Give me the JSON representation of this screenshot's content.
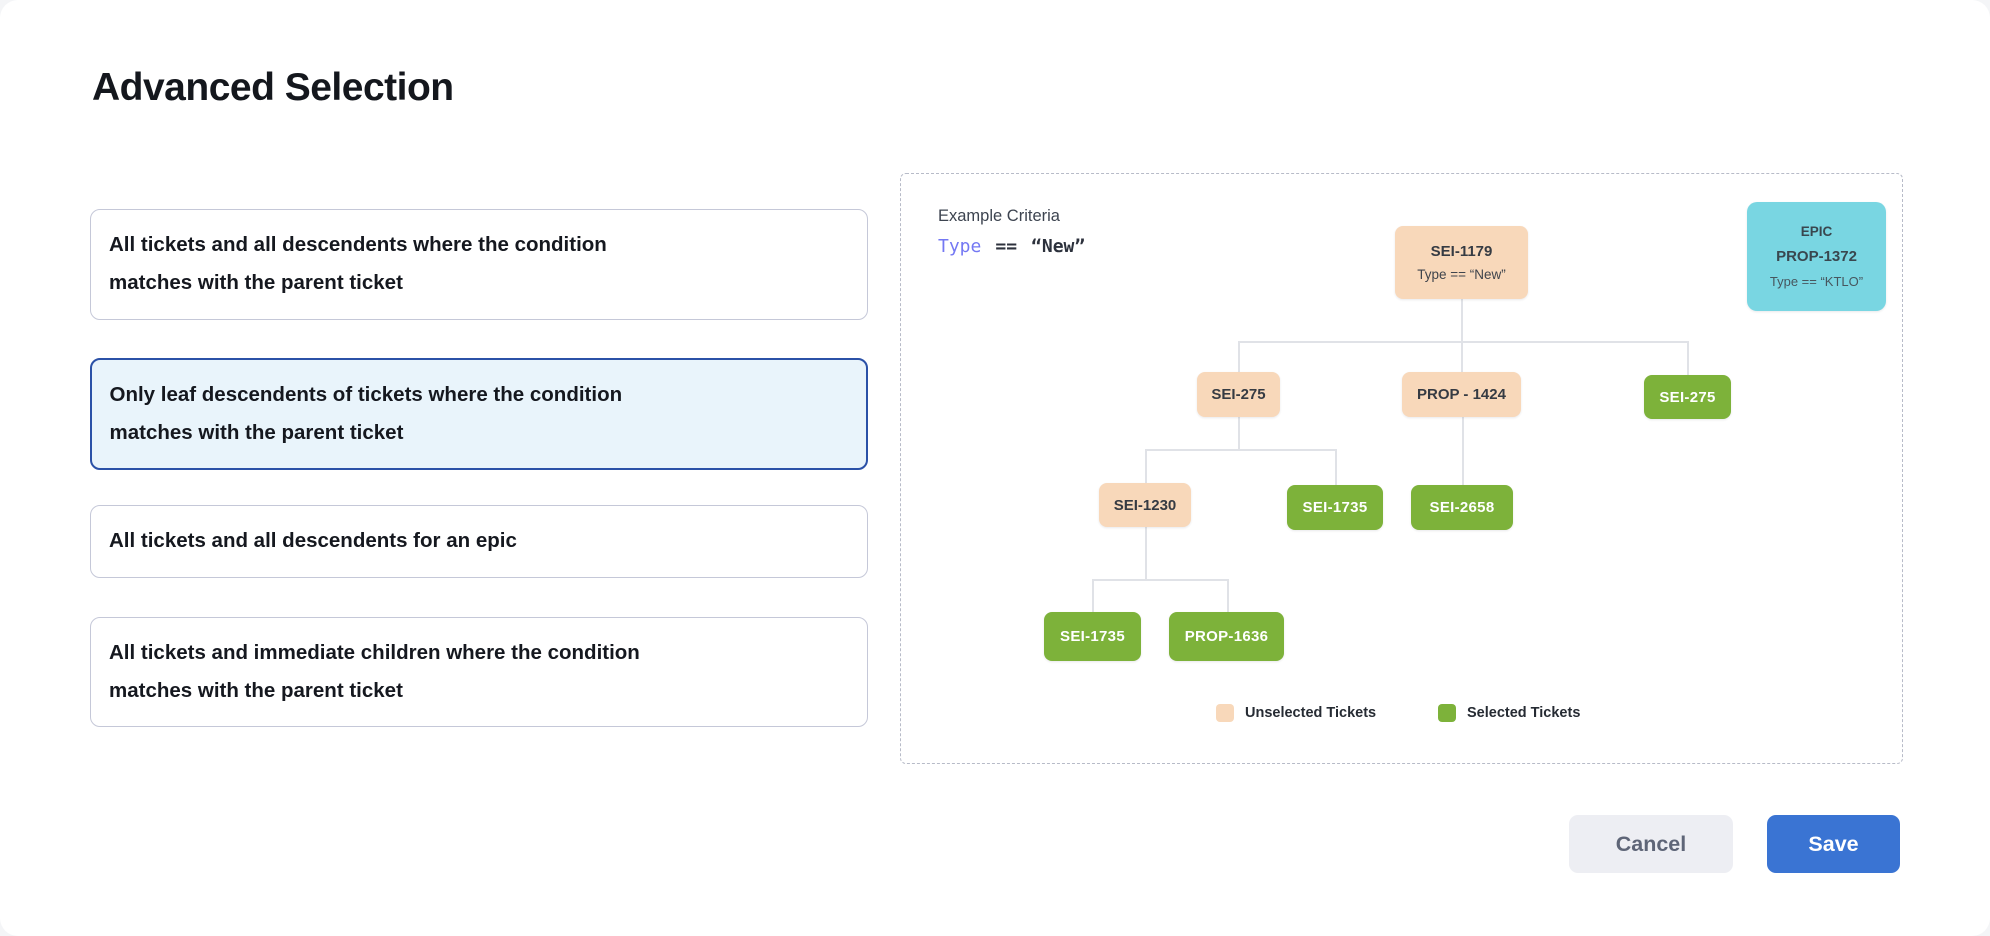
{
  "page": {
    "title": "Advanced Selection"
  },
  "options": {
    "items": [
      {
        "label": "All tickets and all descendents where the condition matches with the parent ticket",
        "lines": [
          "All tickets and all descendents where the condition",
          "matches with the parent ticket"
        ],
        "selected": false
      },
      {
        "label": "Only leaf descendents of tickets where the condition matches with the parent ticket",
        "lines": [
          "Only leaf descendents of tickets where the condition",
          "matches with the parent ticket"
        ],
        "selected": true
      },
      {
        "label": "All tickets and all descendents for an epic",
        "lines": [
          "All tickets and all descendents for an epic"
        ],
        "selected": false
      },
      {
        "label": "All tickets and immediate children where the condition matches with the parent ticket",
        "lines": [
          "All tickets and immediate children where the condition",
          "matches with the parent ticket"
        ],
        "selected": false
      }
    ]
  },
  "example": {
    "heading": "Example Criteria",
    "criteria": {
      "field": "Type",
      "operator": "==",
      "value": "“New”"
    }
  },
  "diagram": {
    "nodes": [
      {
        "id": "root",
        "label": "SEI-1179",
        "sublabel": "Type == “New”",
        "state": "unselected"
      },
      {
        "id": "epic",
        "tag": "EPIC",
        "label": "PROP-1372",
        "criteria": "Type == “KTLO”",
        "state": "epic"
      },
      {
        "label": "SEI-275",
        "state": "unselected"
      },
      {
        "label": "PROP - 1424",
        "state": "unselected"
      },
      {
        "label": "SEI-275",
        "state": "selected"
      },
      {
        "label": "SEI-1230",
        "state": "unselected"
      },
      {
        "label": "SEI-1735",
        "state": "selected"
      },
      {
        "label": "SEI-2658",
        "state": "selected"
      },
      {
        "label": "SEI-1735",
        "state": "selected"
      },
      {
        "label": "PROP-1636",
        "state": "selected"
      }
    ],
    "legend": [
      {
        "label": "Unselected Tickets",
        "color": "#F8D8BA"
      },
      {
        "label": "Selected Tickets",
        "color": "#7DB23A"
      }
    ]
  },
  "colors": {
    "unselected_ticket": "#F8D8BA",
    "selected_ticket": "#7DB23A",
    "epic_card": "#79D6E2",
    "selected_option_border": "#2B51A7",
    "selected_option_bg": "#E9F4FB",
    "save_button": "#3A74D3",
    "criteria_field": "#7478F3"
  },
  "footer": {
    "cancel_label": "Cancel",
    "save_label": "Save"
  }
}
